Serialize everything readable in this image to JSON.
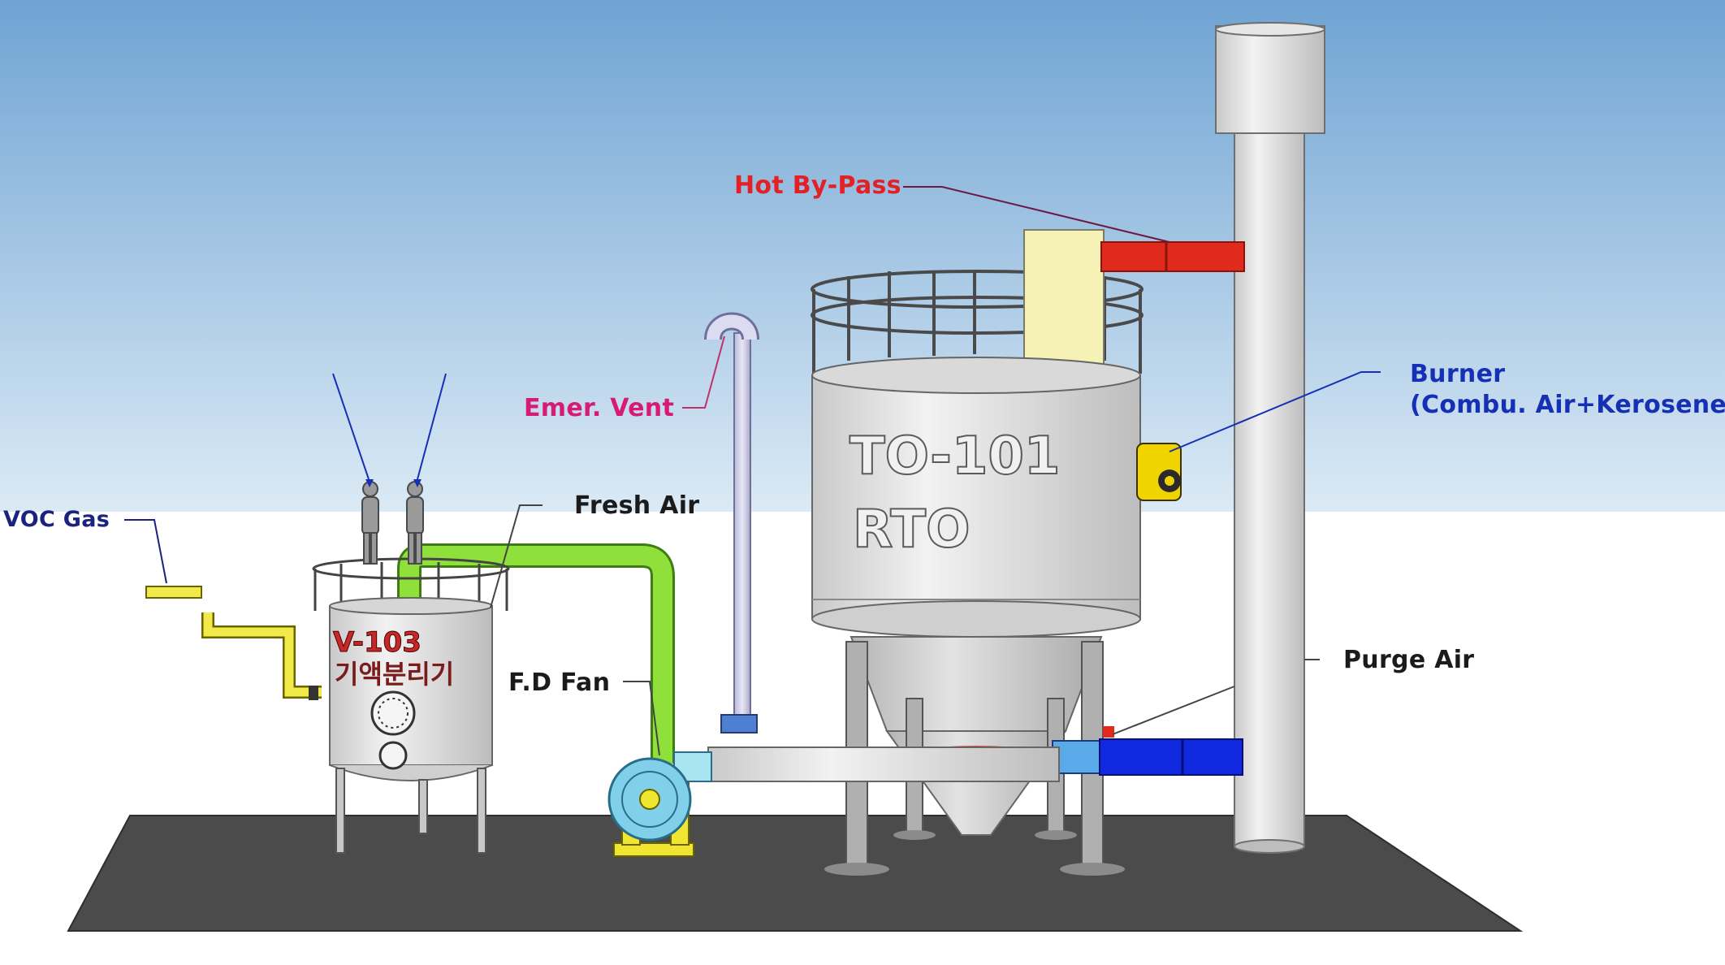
{
  "labels": {
    "hot_bypass": "Hot By-Pass",
    "emer_vent": "Emer. Vent",
    "fresh_air": "Fresh Air",
    "voc_gas": "VOC Gas",
    "fd_fan": "F.D Fan",
    "burner_line1": "Burner",
    "burner_line2": "(Combu. Air+Kerosene)",
    "purge_air": "Purge Air"
  },
  "equipment": {
    "rto_tag": "TO-101",
    "rto_name": "RTO",
    "separator_tag": "V-103",
    "separator_name": "기액분리기"
  },
  "colors": {
    "sky_top": "#6fa3d3",
    "sky_bottom": "#d7e8f4",
    "floor": "#4a4a4a",
    "hot_bypass_duct": "#e02a1c",
    "purge_duct": "#1029e0",
    "fresh_air_pipe": "#8fe03a",
    "voc_pipe": "#f2e94a",
    "fan": "#7fd0e8",
    "burner": "#f0d400"
  }
}
